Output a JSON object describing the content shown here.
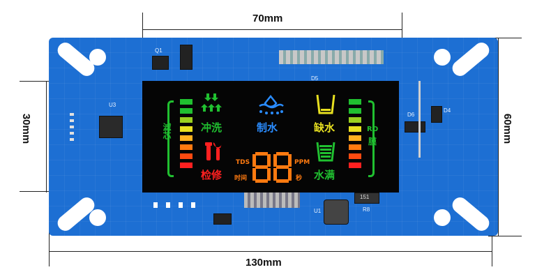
{
  "dimensions": {
    "width_label": "70mm",
    "height_label": "30mm",
    "total_width_label": "130mm",
    "total_height_label": "60mm"
  },
  "display": {
    "filter_label": "滤芯",
    "flush_label": "冲洗",
    "make_water_label": "制水",
    "water_shortage_label": "缺水",
    "ro_label": "RO",
    "membrane_label": "膜",
    "repair_label": "检修",
    "full_water_label": "水满",
    "tds_label": "TDS",
    "ppm_label": "PPM",
    "time_label": "时间",
    "seconds_label": "秒",
    "digits": "88"
  },
  "board_labels": {
    "q1": "Q1",
    "u3": "U3",
    "r8": "R8",
    "d5": "D5",
    "d6": "D6",
    "d4": "D4",
    "u1": "U1",
    "part_151": "151"
  },
  "colors": {
    "pcb": "#1d6fd3",
    "lcd_bg": "#050505",
    "green": "#20c030",
    "yellow": "#e8e020",
    "orange": "#ff7a10",
    "red": "#ff2020",
    "blue": "#2a8cff"
  }
}
